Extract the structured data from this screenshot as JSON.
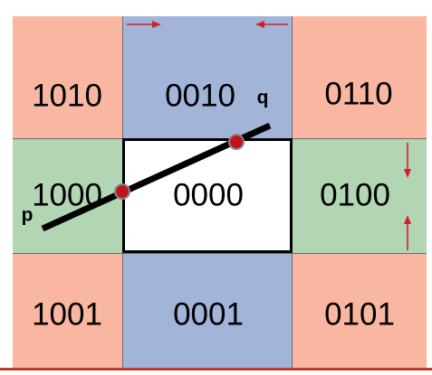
{
  "colors": {
    "corner_regions": "#f9b7a2",
    "top_bottom_regions": "#a2b4d8",
    "left_right_regions": "#b2d6b3",
    "window": "#ffffff",
    "clip_line": "#000000",
    "endpoint_markers": "#c0141c",
    "arrows": "#d0202a",
    "footer_rule": "#c0392b"
  },
  "regions": {
    "top_left": "1010",
    "top_center": "0010",
    "top_right": "0110",
    "middle_left": "1000",
    "middle_center": "0000",
    "middle_right": "0100",
    "bottom_left": "1001",
    "bottom_center": "0001",
    "bottom_right": "0101"
  },
  "points": {
    "p_label": "p",
    "q_label": "q"
  },
  "icons": {
    "top_arrows": "inward-horizontal-arrows",
    "right_arrows": "inward-vertical-arrows",
    "endpoints": "circle-marker"
  }
}
